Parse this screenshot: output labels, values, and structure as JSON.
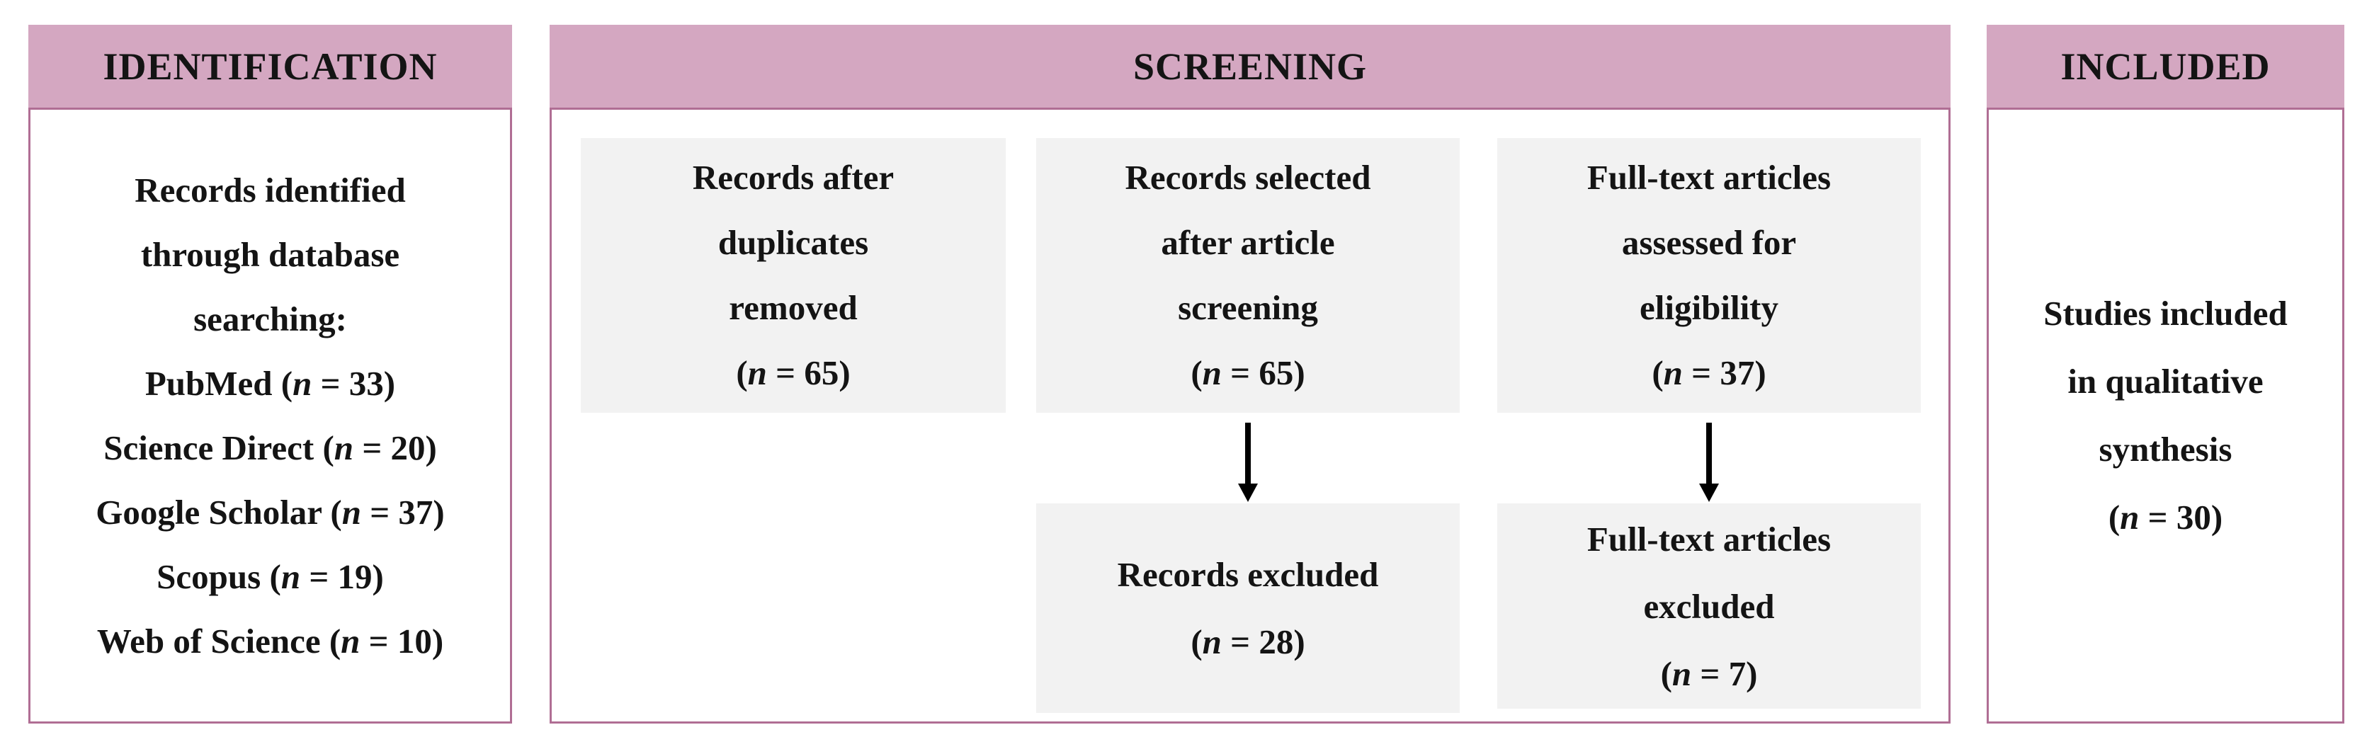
{
  "palette": {
    "header_bg": "#d4a7c1",
    "border": "#b06e94",
    "box_bg": "#f2f2f2",
    "arrow": "#000000",
    "text": "#141414",
    "page_bg": "#ffffff"
  },
  "identification": {
    "header": "IDENTIFICATION",
    "lines": [
      "Records identified",
      "through database",
      "searching:",
      "PubMed (n = 33)",
      "Science Direct (n = 20)",
      "Google Scholar (n = 37)",
      "Scopus (n = 19)",
      "Web of Science (n = 10)"
    ]
  },
  "screening": {
    "header": "SCREENING",
    "boxes": {
      "duplicates_removed": {
        "lines": [
          "Records after",
          "duplicates",
          "removed",
          "(n = 65)"
        ]
      },
      "selected_after_screening": {
        "lines": [
          "Records selected",
          "after article",
          "screening",
          "(n = 65)"
        ]
      },
      "fulltext_assessed": {
        "lines": [
          "Full-text articles",
          "assessed for",
          "eligibility",
          "(n = 37)"
        ]
      },
      "records_excluded": {
        "lines": [
          "Records excluded",
          "(n = 28)"
        ]
      },
      "fulltext_excluded": {
        "lines": [
          "Full-text articles",
          "excluded",
          "(n = 7)"
        ]
      }
    }
  },
  "included": {
    "header": "INCLUDED",
    "lines": [
      "Studies included",
      "in qualitative",
      "synthesis",
      "(n = 30)"
    ]
  }
}
